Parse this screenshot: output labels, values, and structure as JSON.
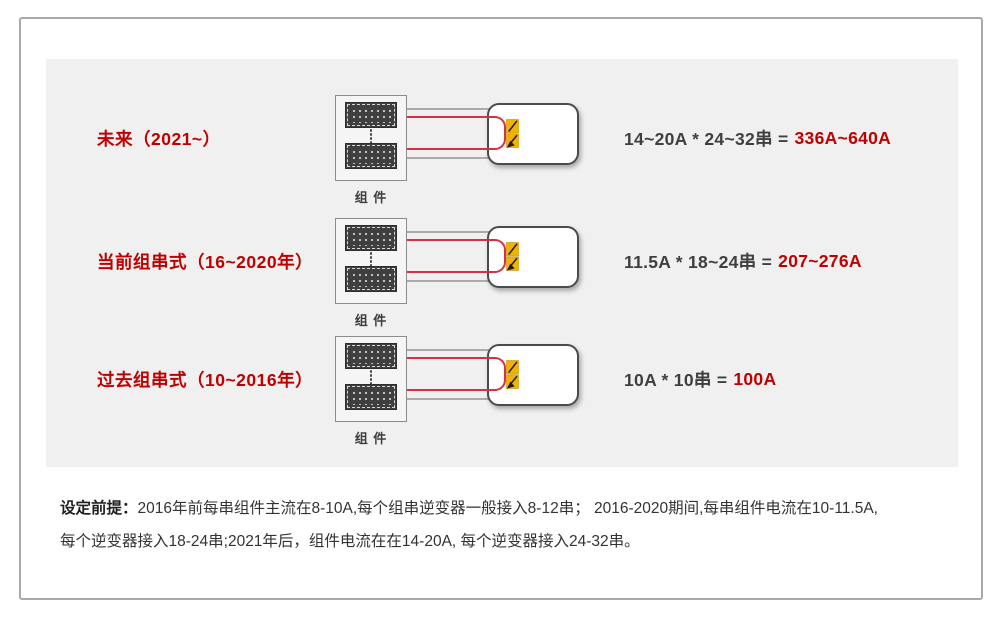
{
  "colors": {
    "accent_red_text": "#c00000",
    "wire_red": "#d63049",
    "wire_gray": "#ababab",
    "panel_bg": "#f0f0f0",
    "inverter_bolt_yellow": "#f2b200"
  },
  "icons": {
    "inverter_bolt": "lightning-arrow-icon",
    "module_ellipsis": "vertical-dots"
  },
  "rows": [
    {
      "label": "未来（2021~）",
      "module_label": "组 件",
      "formula": {
        "expression": "14~20A * 24~32串 =",
        "result": "336A~640A"
      }
    },
    {
      "label": "当前组串式（16~2020年）",
      "module_label": "组 件",
      "formula": {
        "expression": "11.5A * 18~24串 =",
        "result": "207~276A"
      }
    },
    {
      "label": "过去组串式（10~2016年）",
      "module_label": "组 件",
      "formula": {
        "expression": "10A * 10串 =",
        "result": "100A"
      }
    }
  ],
  "footer": {
    "prefix": "设定前提：",
    "line1": "2016年前每串组件主流在8-10A,每个组串逆变器一般接入8-12串； 2016-2020期间,每串组件电流在10-11.5A,",
    "line2": "每个逆变器接入18-24串;2021年后，组件电流在在14-20A, 每个逆变器接入24-32串。"
  }
}
